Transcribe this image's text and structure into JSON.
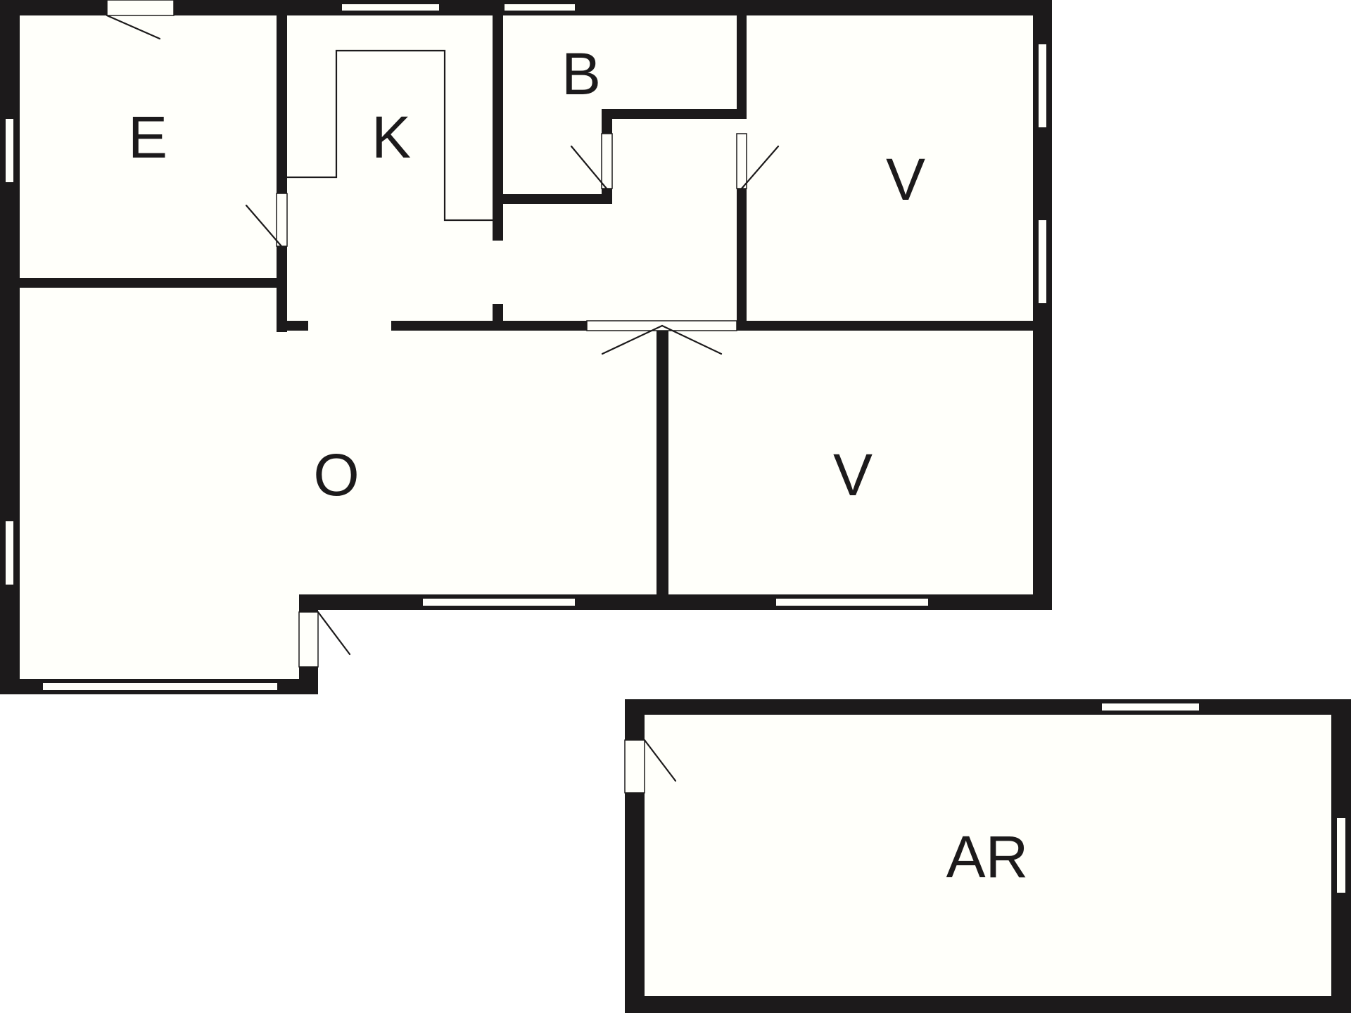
{
  "colors": {
    "wall": "#1c1a1b",
    "floor": "#fffffa",
    "background": "#ffffff"
  },
  "rooms": {
    "e": {
      "label": "E"
    },
    "k": {
      "label": "K"
    },
    "b": {
      "label": "B"
    },
    "v_upper": {
      "label": "V"
    },
    "o": {
      "label": "O"
    },
    "v_lower": {
      "label": "V"
    },
    "ar": {
      "label": "AR"
    }
  }
}
